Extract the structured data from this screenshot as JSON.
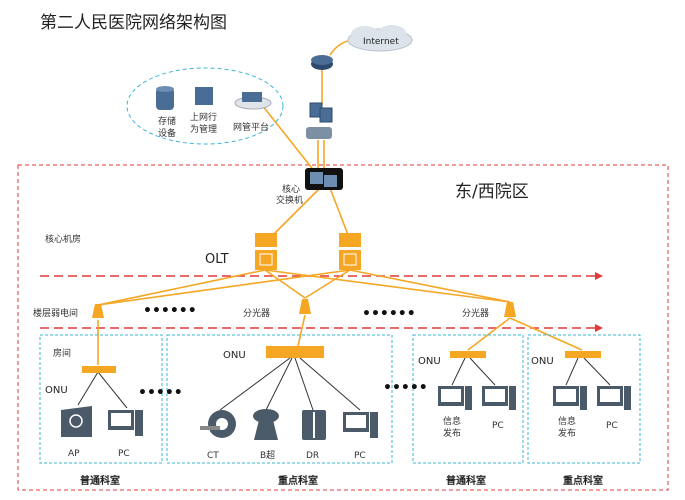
{
  "title": "第二人民医院网络架构图",
  "internet": "Internet",
  "management": {
    "storage": [
      "存储",
      "设备"
    ],
    "behavior": [
      "上网行",
      "为管理"
    ],
    "nms": "网管平台"
  },
  "core_switch": [
    "核心",
    "交换机"
  ],
  "campus": "东/西院区",
  "core_room": "核心机房",
  "olt": "OLT",
  "splitters": {
    "floor": "楼层弱电间",
    "s2": "分光器",
    "s3": "分光器"
  },
  "zones": [
    {
      "room": "房间",
      "onu": "ONU",
      "devices": [
        "AP",
        "PC"
      ],
      "label": "普通科室"
    },
    {
      "onu": "ONU",
      "devices": [
        "CT",
        "B超",
        "DR",
        "PC"
      ],
      "label": "重点科室"
    },
    {
      "onu": "ONU",
      "devices": [
        "信息",
        "发布",
        "PC"
      ],
      "label": "普通科室"
    },
    {
      "onu": "ONU",
      "devices": [
        "信息",
        "发布",
        "PC"
      ],
      "label": "重点科室"
    }
  ],
  "colors": {
    "fiber": "#f5a623",
    "device": "#4a5a68",
    "red_dash": "#e03a3a",
    "blue_dash": "#3bb4d8",
    "onu": "#f5a623"
  }
}
